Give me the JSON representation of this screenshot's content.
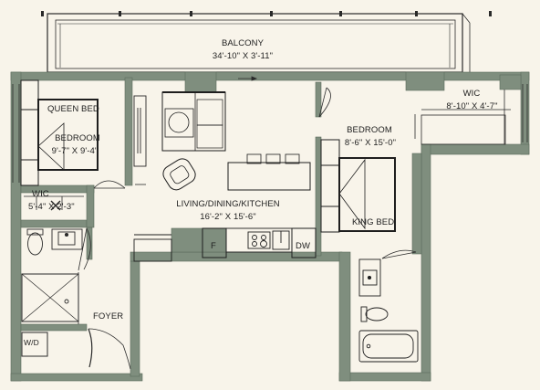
{
  "plan": {
    "colors": {
      "background": "#f8f4ea",
      "wall": "#7f8e7e",
      "wall_edge": "#5d6b5c",
      "line": "#2a2a2a"
    },
    "rooms": {
      "balcony": {
        "name": "BALCONY",
        "dims": "34'-10\" X 3'-11\""
      },
      "wic_top": {
        "name": "WIC",
        "dims": "8'-10\" X 4'-7\""
      },
      "bedroom_left": {
        "name": "BEDROOM",
        "dims": "9'-7\" X 9'-4\"",
        "bed_label": "QUEEN BED"
      },
      "bedroom_right": {
        "name": "BEDROOM",
        "dims": "8'-6\" X 15'-0\"",
        "bed_label": "KING BED"
      },
      "wic_left": {
        "name": "WIC",
        "dims": "5'-4\" X 2'-3\""
      },
      "living": {
        "name": "LIVING/DINING/KITCHEN",
        "dims": "16'-2\" X 15'-6\""
      },
      "foyer": {
        "name": "FOYER"
      },
      "laundry": {
        "name": "W/D"
      }
    },
    "appliances": {
      "fridge": "F",
      "dishwasher": "DW"
    }
  }
}
